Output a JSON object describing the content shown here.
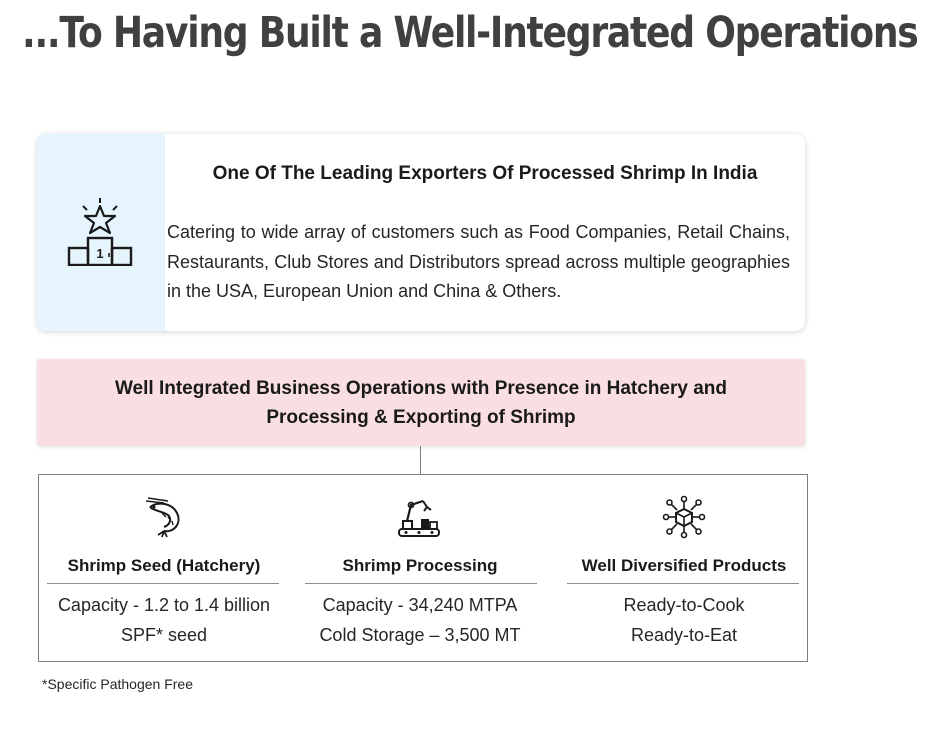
{
  "title": "...To Having Built a Well-Integrated Operations",
  "card": {
    "icon": "podium-star-icon",
    "heading": "One Of The Leading Exporters Of Processed Shrimp In India",
    "body": "Catering to wide array of customers such as Food Companies, Retail Chains, Restaurants, Club Stores and Distributors spread across multiple geographies in the USA, European Union and China & Others.",
    "podium_label": "1"
  },
  "banner": {
    "text": "Well Integrated Business Operations with Presence in Hatchery and Processing & Exporting of Shrimp"
  },
  "columns": [
    {
      "icon": "shrimp-icon",
      "title": "Shrimp Seed (Hatchery)",
      "lines": [
        "Capacity - 1.2 to 1.4 billion",
        "SPF* seed"
      ]
    },
    {
      "icon": "robotic-arm-icon",
      "title": "Shrimp Processing",
      "lines": [
        "Capacity - 34,240 MTPA",
        "Cold Storage – 3,500 MT"
      ]
    },
    {
      "icon": "product-network-icon",
      "title": "Well Diversified Products",
      "lines": [
        "Ready-to-Cook",
        "Ready-to-Eat"
      ]
    }
  ],
  "footnote": "*Specific Pathogen Free",
  "colors": {
    "icon_panel": "#e6f5fd",
    "banner": "#f9dfe2",
    "title": "#404040"
  }
}
